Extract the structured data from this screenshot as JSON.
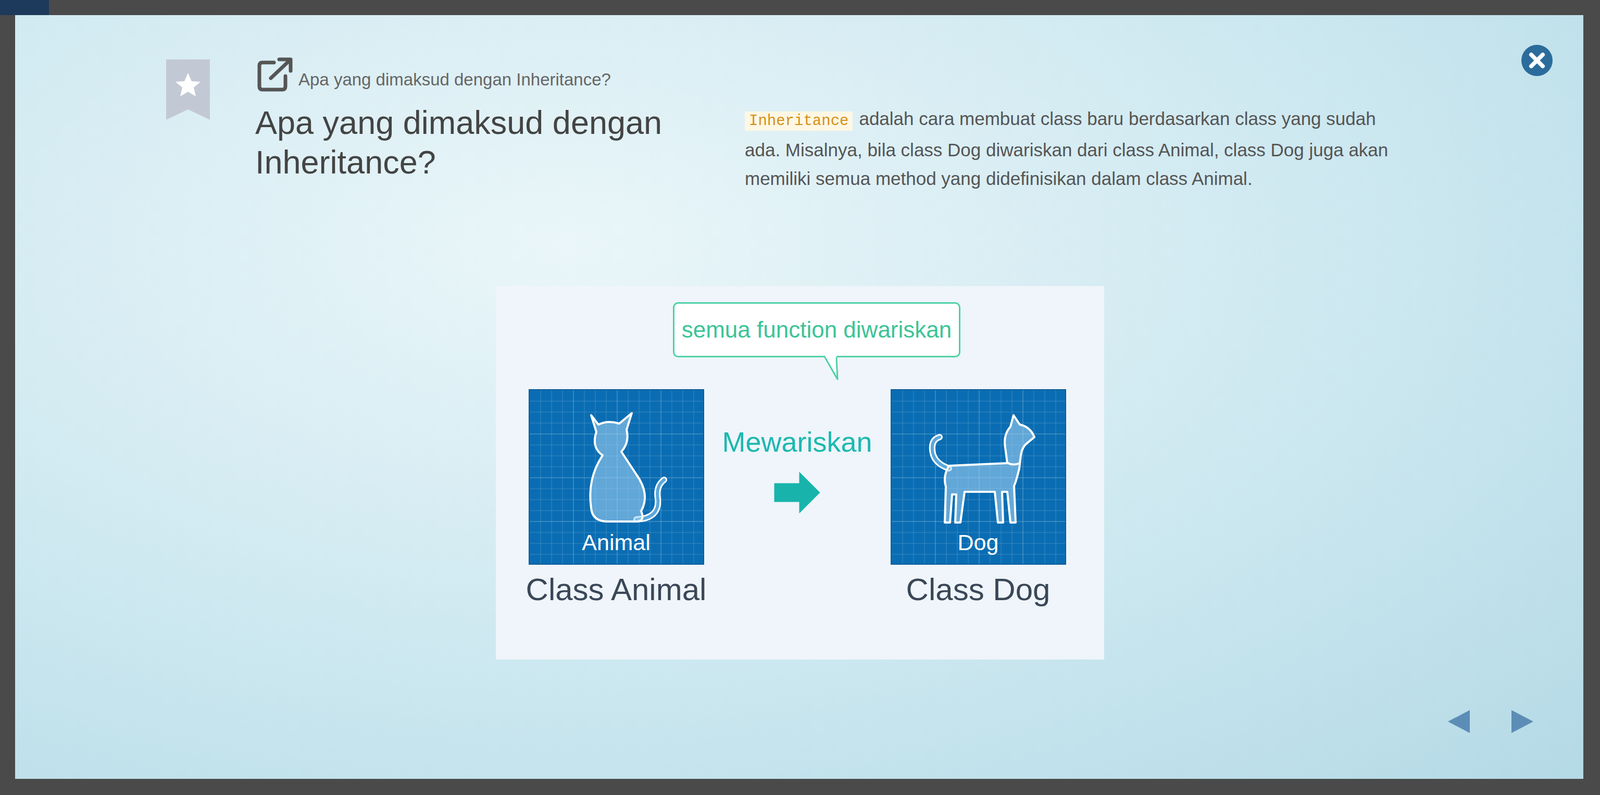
{
  "diagram": {
    "title": "Apa yang dimaksud dengan Inheritance?",
    "nodes": [
      {
        "text": [
          "semua function diwariskan"
        ]
      },
      {
        "text": [
          "Animal",
          "Class Animal"
        ]
      },
      {
        "text": [
          "Dog",
          "Class Dog"
        ]
      }
    ],
    "edges": [
      {
        "from": 1,
        "to": 2,
        "label": "Mewariskan",
        "arrow": "to"
      }
    ],
    "labels": [
      "Apa yang dimaksud dengan Inheritance?",
      "Inheritance",
      "adalah cara membuat class baru berdasarkan class yang sudah ada. Misalnya, bila class Dog diwariskan dari class Animal, class Dog juga akan memiliki semua method yang didefinisikan dalam class Animal."
    ]
  }
}
